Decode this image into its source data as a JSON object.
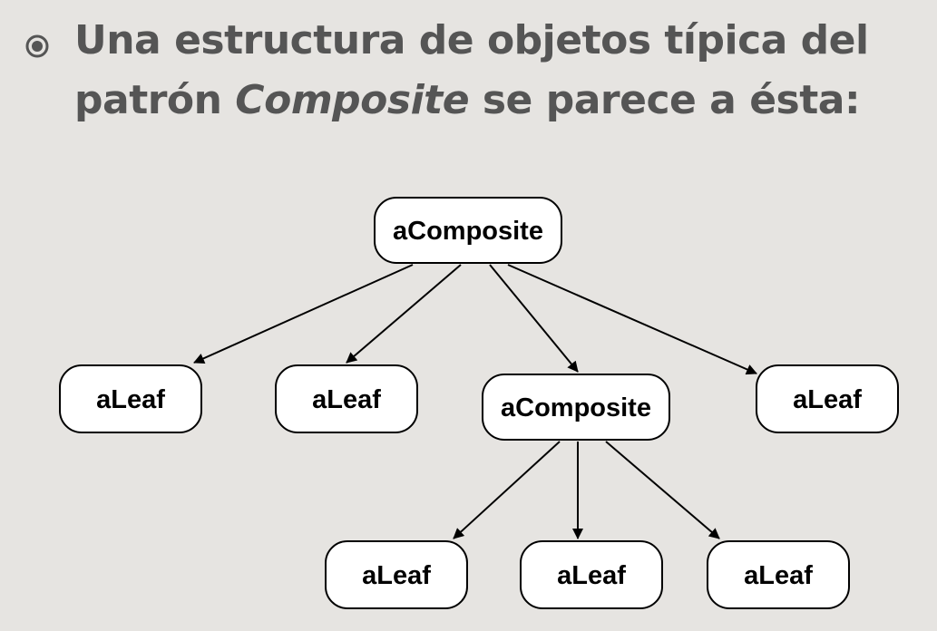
{
  "heading": {
    "line1": "Una estructura de objetos típica del",
    "line2_prefix": "patrón ",
    "line2_emphasis": "Composite",
    "line2_suffix": " se parece a ésta:"
  },
  "diagram": {
    "nodes": [
      {
        "id": "root",
        "label": "aComposite"
      },
      {
        "id": "leaf1",
        "label": "aLeaf"
      },
      {
        "id": "leaf2",
        "label": "aLeaf"
      },
      {
        "id": "composite2",
        "label": "aComposite"
      },
      {
        "id": "leaf3",
        "label": "aLeaf"
      },
      {
        "id": "leaf4",
        "label": "aLeaf"
      },
      {
        "id": "leaf5",
        "label": "aLeaf"
      },
      {
        "id": "leaf6",
        "label": "aLeaf"
      }
    ],
    "edges": [
      {
        "from": "root",
        "to": "leaf1"
      },
      {
        "from": "root",
        "to": "leaf2"
      },
      {
        "from": "root",
        "to": "composite2"
      },
      {
        "from": "root",
        "to": "leaf3"
      },
      {
        "from": "composite2",
        "to": "leaf4"
      },
      {
        "from": "composite2",
        "to": "leaf5"
      },
      {
        "from": "composite2",
        "to": "leaf6"
      }
    ]
  }
}
